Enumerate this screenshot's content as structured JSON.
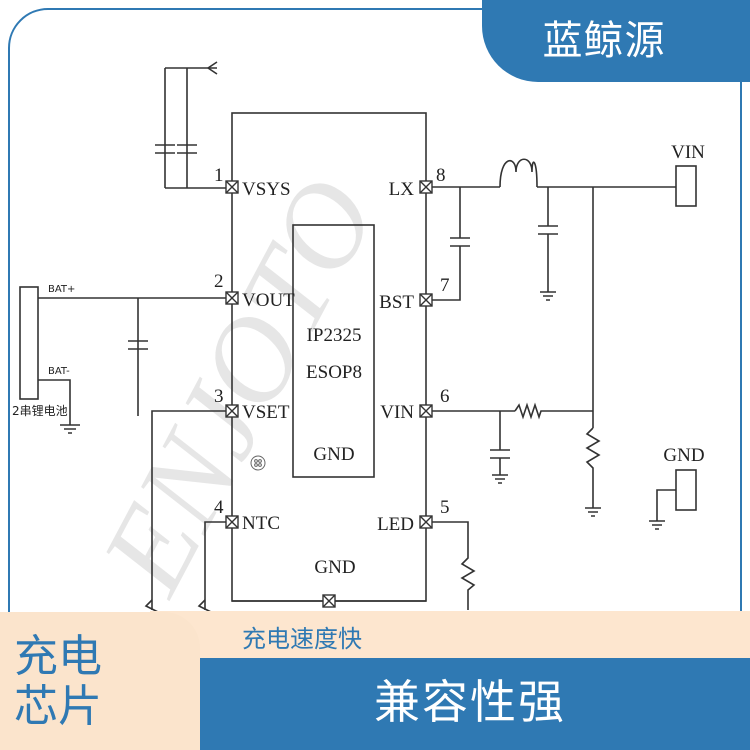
{
  "brand": {
    "name": "蓝鲸源"
  },
  "chip": {
    "part_number": "IP2325",
    "package": "ESOP8",
    "center_pad": "GND"
  },
  "pins": {
    "p1": {
      "number": "1",
      "name": "VSYS"
    },
    "p2": {
      "number": "2",
      "name": "VOUT"
    },
    "p3": {
      "number": "3",
      "name": "VSET"
    },
    "p4": {
      "number": "4",
      "name": "NTC"
    },
    "p5": {
      "number": "5",
      "name": "LED"
    },
    "p6": {
      "number": "6",
      "name": "VIN"
    },
    "p7": {
      "number": "7",
      "name": "BST"
    },
    "p8": {
      "number": "8",
      "name": "LX"
    },
    "bottom": {
      "name": "GND"
    }
  },
  "connectors": {
    "vin": "VIN",
    "gnd": "GND"
  },
  "battery": {
    "positive": "BAT+",
    "negative": "BAT-",
    "label": "2串锂电池"
  },
  "watermark": "ENJOTO",
  "features": {
    "speed": "充电速度快",
    "compat": "兼容性强"
  },
  "product_tag": {
    "line1": "充电",
    "line2": "芯片"
  },
  "colors": {
    "accent_blue": "#2f79b3",
    "peach": "#fde6cf",
    "line": "#333333"
  }
}
